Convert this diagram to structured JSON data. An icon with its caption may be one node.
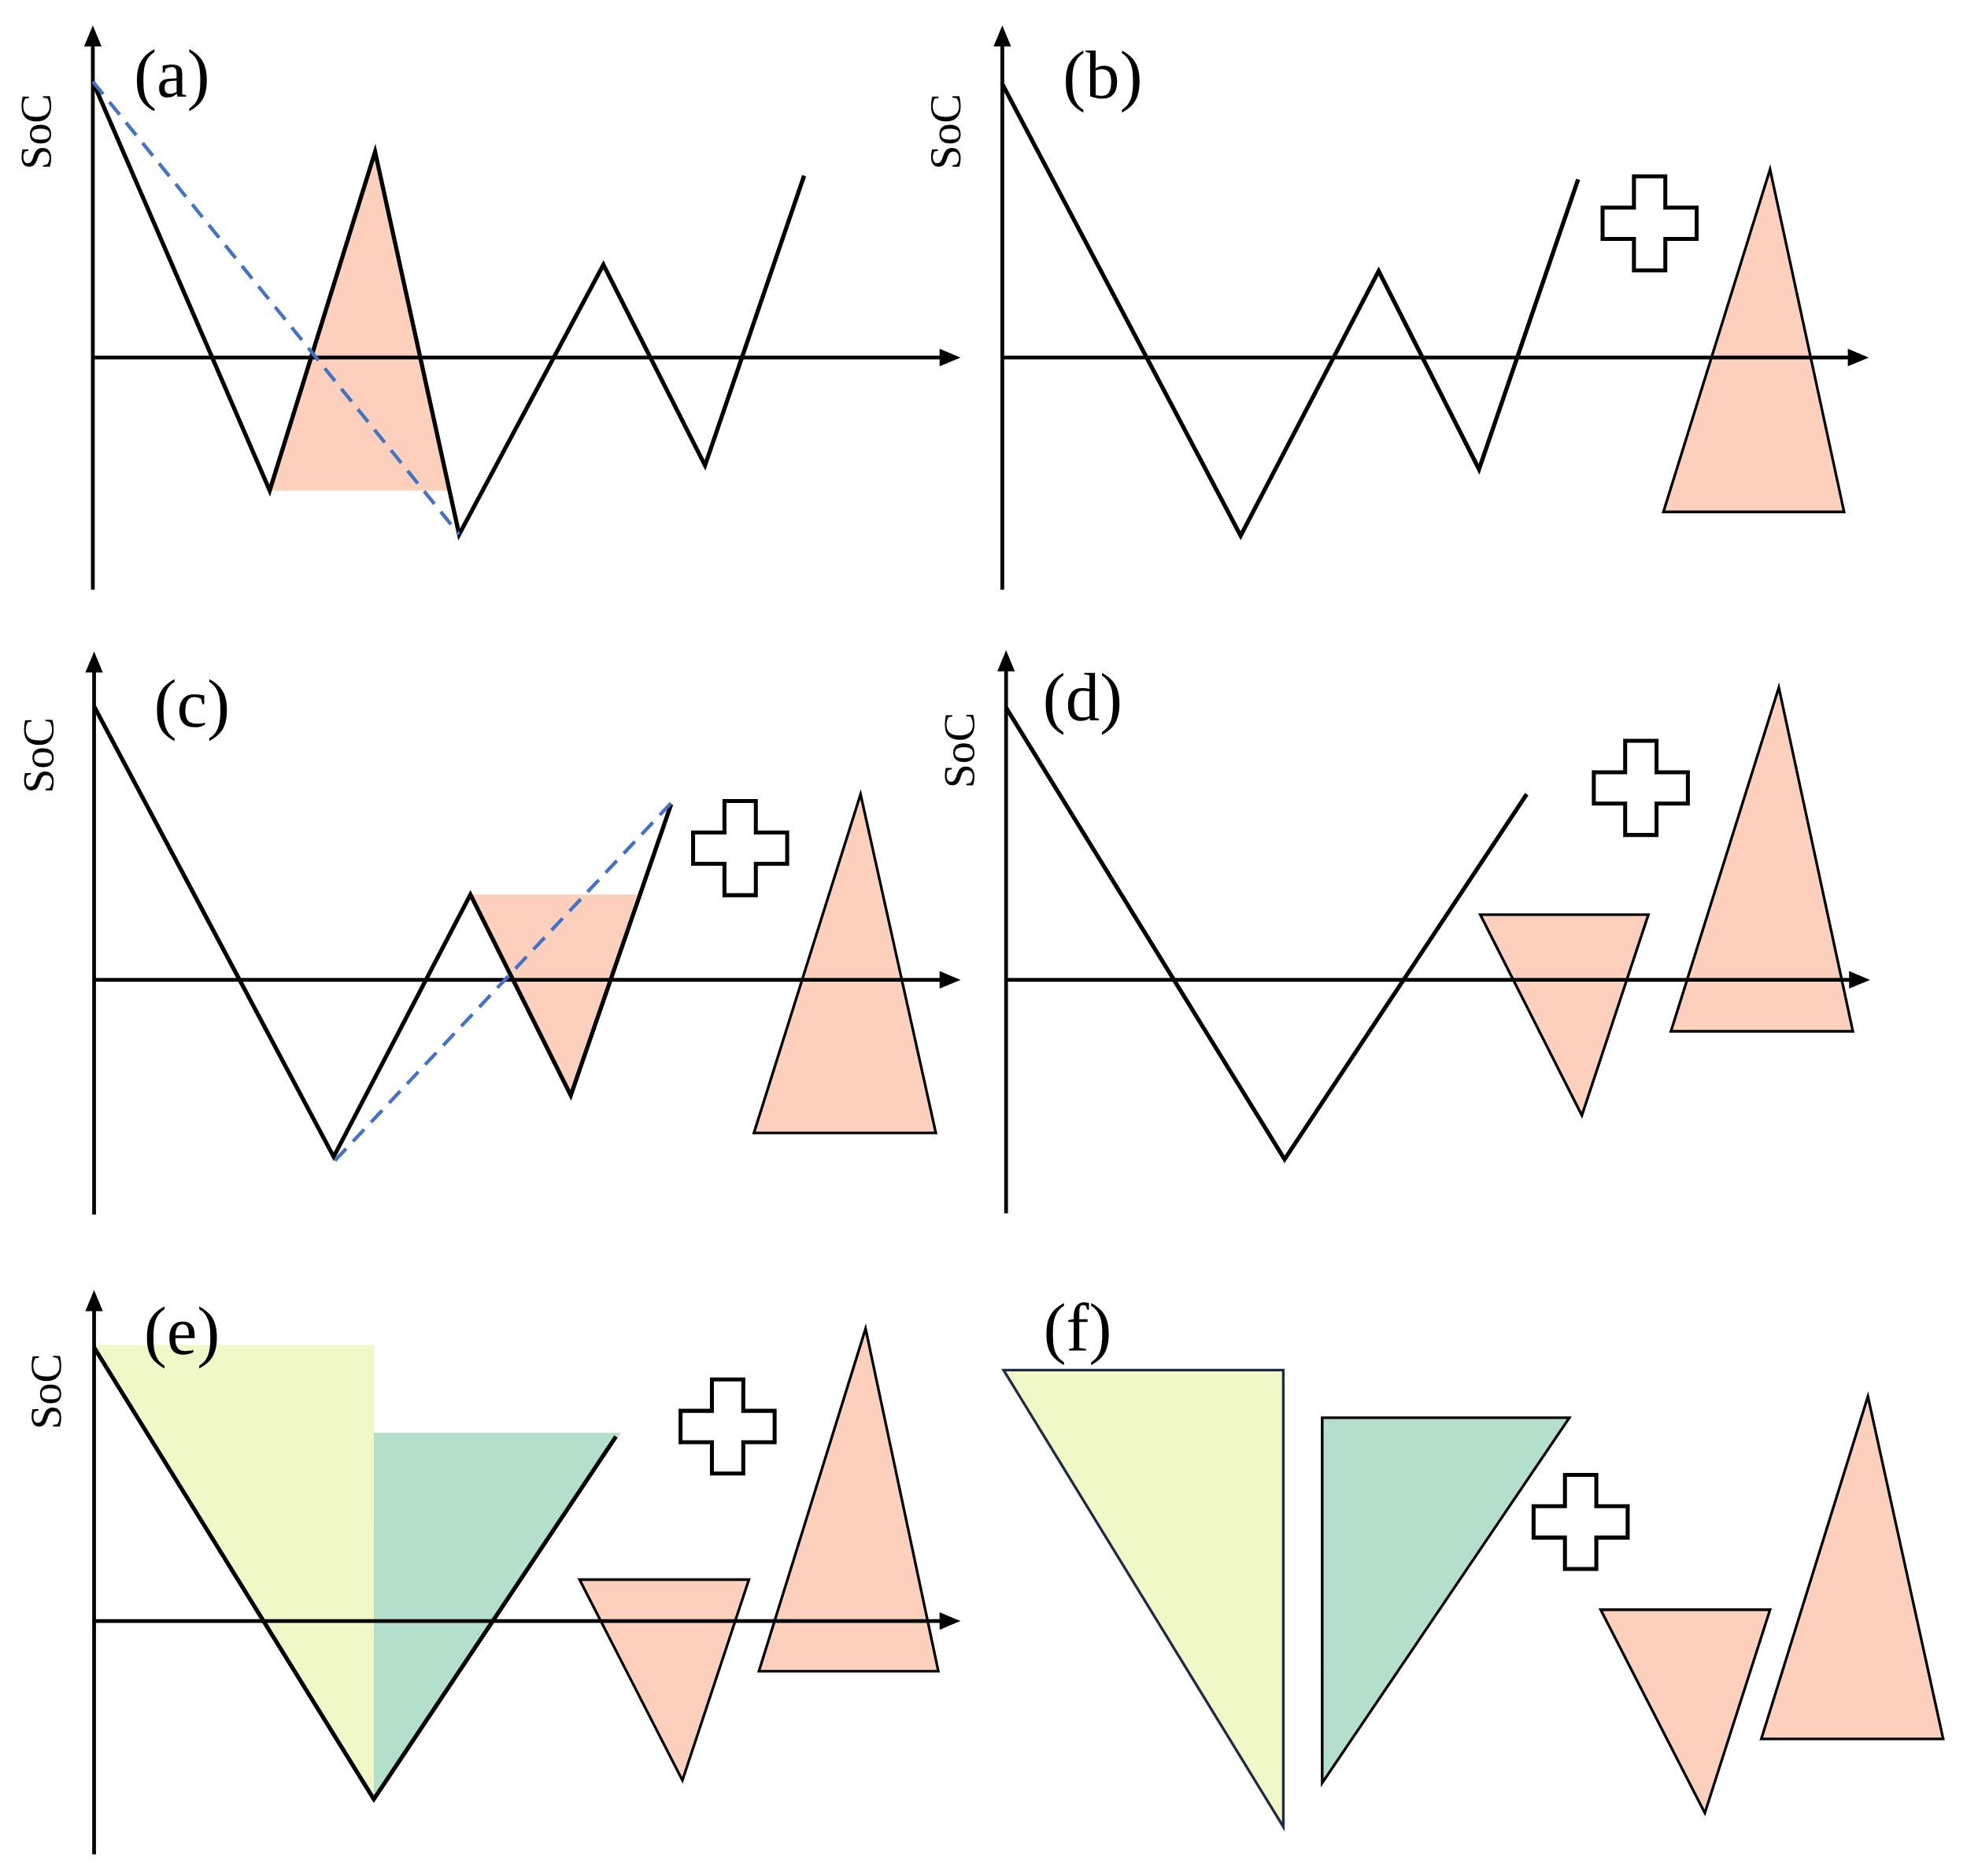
{
  "diagram": {
    "labels": [
      "SoC",
      "(a)",
      "SoC",
      "(b)",
      "SoC",
      "(c)",
      "SoC",
      "(d)",
      "SoC",
      "(e)",
      "(f)"
    ]
  }
}
